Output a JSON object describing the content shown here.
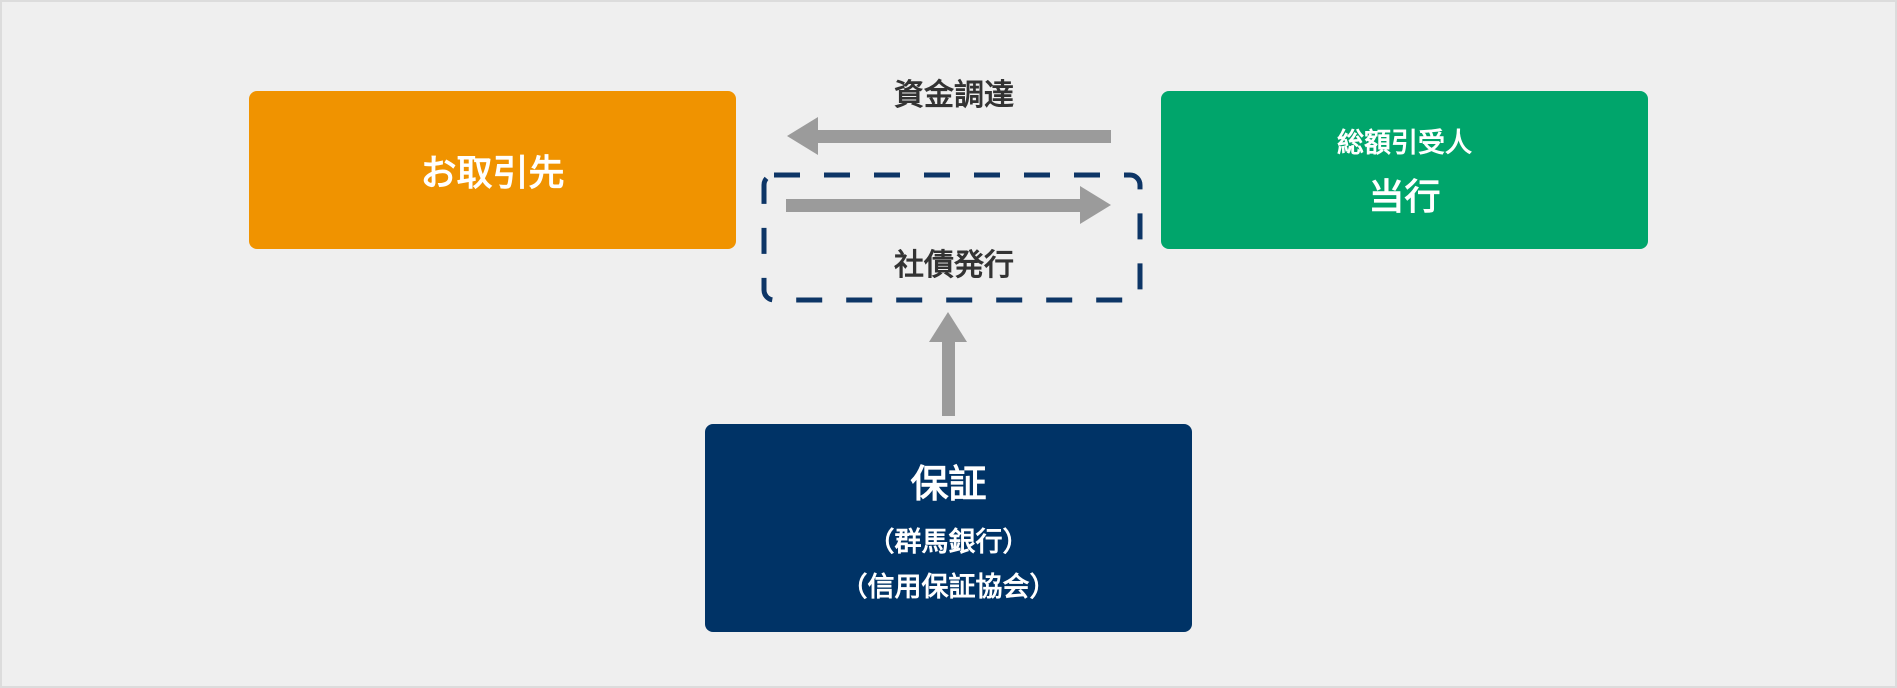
{
  "client": {
    "label": "お取引先",
    "color": "#f09300"
  },
  "underwriter": {
    "role": "総額引受人",
    "name": "当行",
    "color": "#00a56b"
  },
  "guarantee": {
    "title": "保証",
    "line1": "（群馬銀行）",
    "line2": "（信用保証協会）",
    "color": "#003366"
  },
  "flows": {
    "funding": "資金調達",
    "issuance": "社債発行"
  },
  "colors": {
    "arrow": "#9b9b9b",
    "dash": "#0d3566",
    "background": "#efefef"
  }
}
